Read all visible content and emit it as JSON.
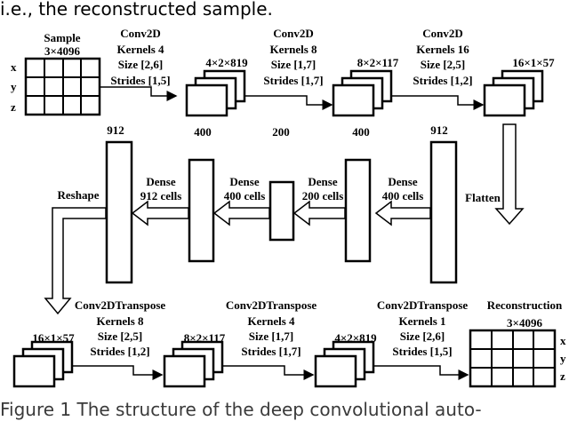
{
  "intro_text": "i.e., the reconstructed sample.",
  "caption": "Figure 1 The structure of the deep convolutional auto-",
  "sample": {
    "title": "Sample",
    "dims": "3×4096",
    "rows": [
      "x",
      "y",
      "z"
    ]
  },
  "reconstruction": {
    "title": "Reconstruction",
    "dims": "3×4096",
    "rows": [
      "x",
      "y",
      "z"
    ]
  },
  "encoder": [
    {
      "lines": [
        "Conv2D",
        "Kernels 4",
        "Size [2,6]",
        "Strides [1,5]"
      ],
      "output_dims": "4×2×819"
    },
    {
      "lines": [
        "Conv2D",
        "Kernels 8",
        "Size [1,7]",
        "Strides [1,7]"
      ],
      "output_dims": "8×2×117"
    },
    {
      "lines": [
        "Conv2D",
        "Kernels 16",
        "Size [2,5]",
        "Strides [1,2]"
      ],
      "output_dims": "16×1×57"
    }
  ],
  "decoder": [
    {
      "lines": [
        "Conv2DTranspose",
        "Kernels 8",
        "Size [2,5]",
        "Strides [1,2]"
      ],
      "input_dims": "16×1×57",
      "output_dims": "8×2×117"
    },
    {
      "lines": [
        "Conv2DTranspose",
        "Kernels 4",
        "Size [1,7]",
        "Strides [1,7]"
      ],
      "output_dims": "4×2×819"
    },
    {
      "lines": [
        "Conv2DTranspose",
        "Kernels 1",
        "Size [2,6]",
        "Strides [1,5]"
      ]
    }
  ],
  "dense_sizes": [
    "912",
    "400",
    "200",
    "400",
    "912"
  ],
  "dense_layers": [
    {
      "lines": [
        "Dense",
        "912 cells"
      ]
    },
    {
      "lines": [
        "Dense",
        "400 cells"
      ]
    },
    {
      "lines": [
        "Dense",
        "200 cells"
      ]
    },
    {
      "lines": [
        "Dense",
        "400 cells"
      ]
    }
  ],
  "flatten_label": "Flatten",
  "reshape_label": "Reshape"
}
